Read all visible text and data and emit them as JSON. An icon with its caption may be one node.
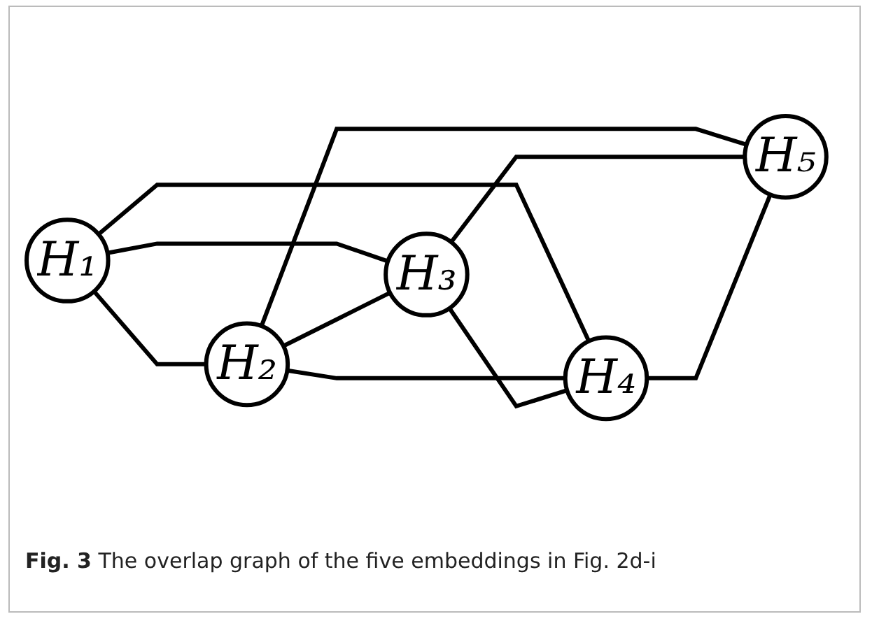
{
  "diagram": {
    "caption": "**Fig. 3** The overlap graph of the five embeddings in Fig. 2d-i",
    "nodes": [
      {
        "text": [
          "H₁"
        ]
      },
      {
        "text": [
          "H₂"
        ]
      },
      {
        "text": [
          "H₃"
        ]
      },
      {
        "text": [
          "H₄"
        ]
      },
      {
        "text": [
          "H₅"
        ]
      }
    ],
    "edges": [
      {
        "from": 0,
        "to": 1,
        "arrow": "none"
      },
      {
        "from": 0,
        "to": 2,
        "arrow": "none"
      },
      {
        "from": 0,
        "to": 3,
        "arrow": "none"
      },
      {
        "from": 1,
        "to": 2,
        "arrow": "none"
      },
      {
        "from": 1,
        "to": 3,
        "arrow": "none"
      },
      {
        "from": 1,
        "to": 4,
        "arrow": "none"
      },
      {
        "from": 2,
        "to": 3,
        "arrow": "none"
      },
      {
        "from": 2,
        "to": 4,
        "arrow": "none"
      },
      {
        "from": 3,
        "to": 4,
        "arrow": "none"
      }
    ]
  }
}
